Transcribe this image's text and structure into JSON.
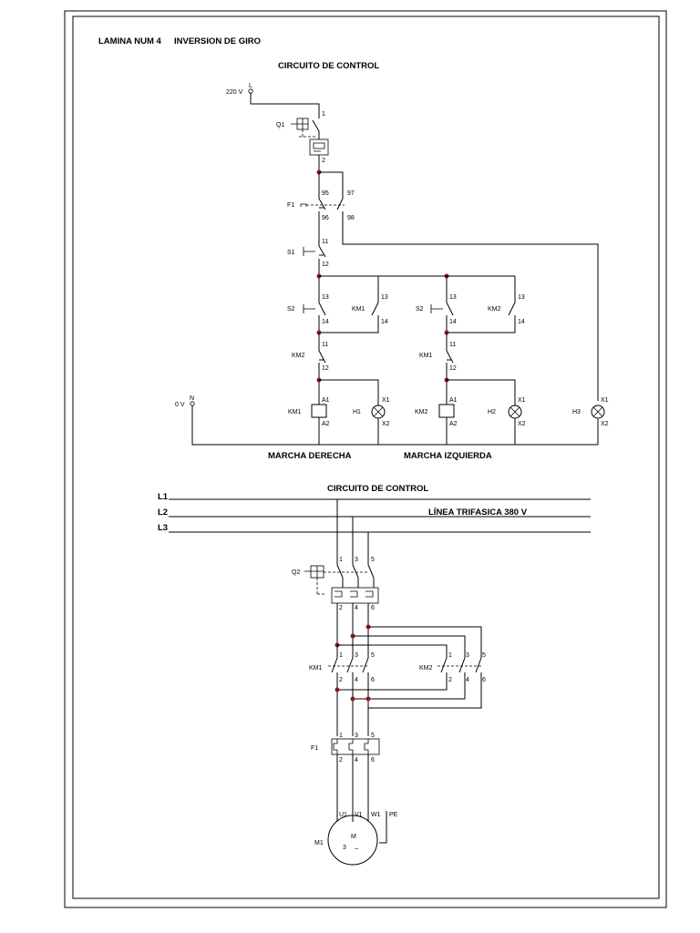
{
  "header": {
    "sheet_label": "LAMINA NUM 4",
    "sheet_title": "INVERSION DE GIRO"
  },
  "control_circuit": {
    "title": "CIRCUITO DE CONTROL",
    "supply_phase": {
      "voltage": "220 V",
      "terminal": "L"
    },
    "supply_neutral": {
      "voltage": "0 V",
      "terminal": "N"
    },
    "q1": {
      "tag": "Q1",
      "in": "1",
      "out": "2"
    },
    "f1": {
      "tag": "F1",
      "nc_in": "95",
      "nc_out": "96",
      "no_in": "97",
      "no_out": "98"
    },
    "s1": {
      "tag": "S1",
      "in": "11",
      "out": "12"
    },
    "branch_right": {
      "s2": {
        "tag": "S2",
        "in": "13",
        "out": "14"
      },
      "seal": {
        "tag": "KM1",
        "in": "13",
        "out": "14"
      },
      "interlock": {
        "tag": "KM2",
        "in": "11",
        "out": "12"
      },
      "coil": {
        "tag": "KM1",
        "a1": "A1",
        "a2": "A2"
      },
      "lamp": {
        "tag": "H1",
        "x1": "X1",
        "x2": "X2"
      },
      "caption": "MARCHA DERECHA"
    },
    "branch_left": {
      "s2": {
        "tag": "S2",
        "in": "13",
        "out": "14"
      },
      "seal": {
        "tag": "KM2",
        "in": "13",
        "out": "14"
      },
      "interlock": {
        "tag": "KM1",
        "in": "11",
        "out": "12"
      },
      "coil": {
        "tag": "KM2",
        "a1": "A1",
        "a2": "A2"
      },
      "lamp": {
        "tag": "H2",
        "x1": "X1",
        "x2": "X2"
      },
      "caption": "MARCHA IZQUIERDA"
    },
    "fault_lamp": {
      "tag": "H3",
      "x1": "X1",
      "x2": "X2"
    }
  },
  "power_circuit": {
    "title": "CIRCUITO DE CONTROL",
    "lines": [
      "L1",
      "L2",
      "L3"
    ],
    "line_caption": "LÍNEA TRIFASICA 380 V",
    "q2": {
      "tag": "Q2",
      "in": [
        "1",
        "3",
        "5"
      ],
      "out": [
        "2",
        "4",
        "6"
      ]
    },
    "km1": {
      "tag": "KM1",
      "in": [
        "1",
        "3",
        "5"
      ],
      "out": [
        "2",
        "4",
        "6"
      ]
    },
    "km2": {
      "tag": "KM2",
      "in": [
        "1",
        "3",
        "5"
      ],
      "out": [
        "2",
        "4",
        "6"
      ]
    },
    "f1": {
      "tag": "F1",
      "in": [
        "1",
        "3",
        "5"
      ],
      "out": [
        "2",
        "4",
        "6"
      ]
    },
    "motor": {
      "tag": "M1",
      "terminals": [
        "U1",
        "V1",
        "W1"
      ],
      "earth": "PE",
      "symbol": "M",
      "phases": "3",
      "ac_symbol": "~"
    }
  }
}
